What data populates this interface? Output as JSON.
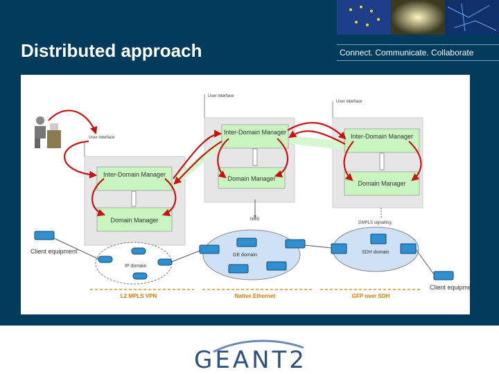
{
  "slide": {
    "title": "Distributed approach",
    "tagline": "Connect. Communicate. Collaborate"
  },
  "colors": {
    "background": "#003b5c",
    "box_green": "#c8f5c0",
    "panel_gray": "#e6e6e6",
    "arrow_red": "#cc1010",
    "label_orange": "#e07800",
    "cloud_blue": "#cfe2f5"
  },
  "diagram": {
    "labels": {
      "user_interface_1": "User interface",
      "user_interface_2": "User interface",
      "user_interface_3": "User interface",
      "idm_left": "Inter-Domain Manager",
      "idm_mid": "Inter-Domain Manager",
      "idm_right": "Inter-Domain Manager",
      "dm_left": "Domain Manager",
      "dm_mid": "Domain Manager",
      "dm_right": "Domain Manager",
      "nms": "NMS",
      "gmpls": "GMPLS signalling",
      "ip_domain": "IP domain",
      "ge_domain": "GE domain",
      "sdh_domain": "SDH domain",
      "client_left": "Client equipment",
      "client_right": "Client equipment"
    },
    "bottom_labels": {
      "l2": "L2 MPLS VPN",
      "eth": "Native Ethernet",
      "gfp": "GFP over SDH"
    }
  },
  "logo": {
    "text": "GEANT2"
  }
}
